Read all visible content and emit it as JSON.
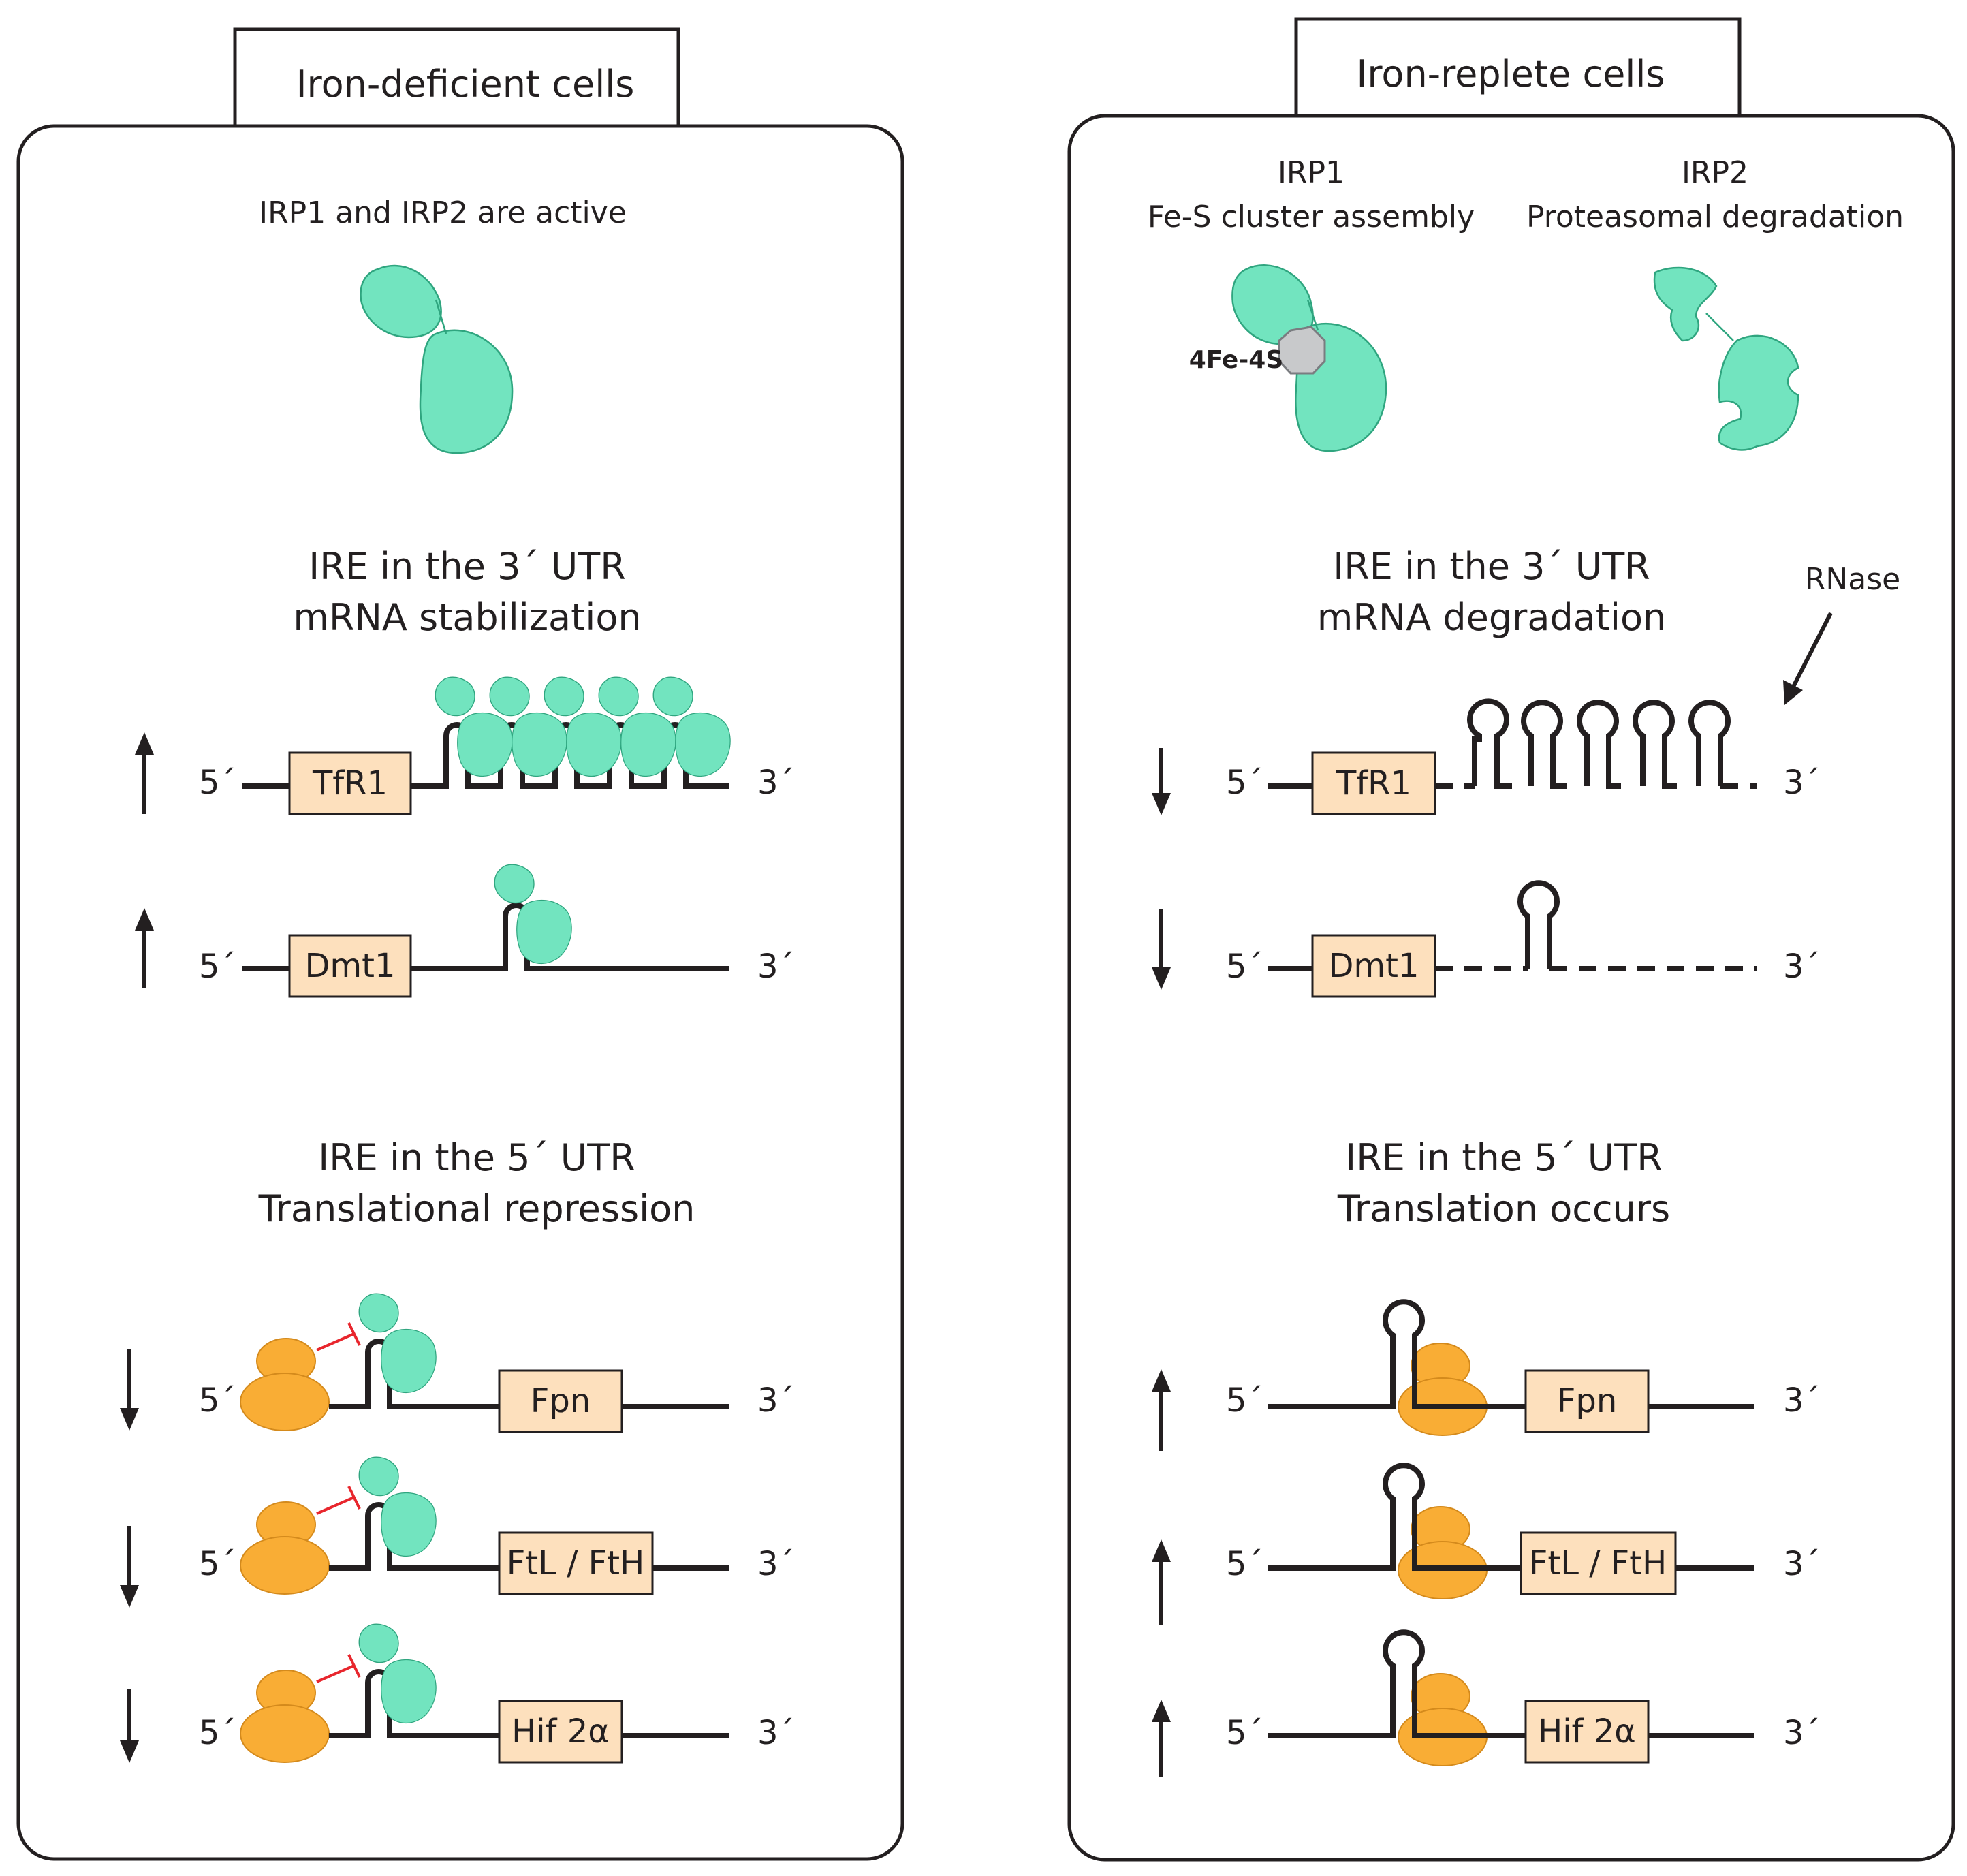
{
  "left_panel": {
    "title": "Iron-deficient cells",
    "status": "IRP1 and IRP2 are active",
    "utr3": {
      "heading": "IRE in the 3´ UTR",
      "subheading": "mRNA stabilization"
    },
    "utr5": {
      "heading": "IRE in the 5´ UTR",
      "subheading": "Translational repression"
    },
    "genes3": [
      "TfR1",
      "Dmt1"
    ],
    "genes5": [
      "Fpn",
      "FtL / FtH",
      "Hif 2α"
    ]
  },
  "right_panel": {
    "title": "Iron-replete cells",
    "irp1": {
      "name": "IRP1",
      "state": "Fe-S cluster assembly",
      "cluster": "4Fe-4S"
    },
    "irp2": {
      "name": "IRP2",
      "state": "Proteasomal degradation"
    },
    "rnase": "RNase",
    "utr3": {
      "heading": "IRE in the 3´ UTR",
      "subheading": "mRNA degradation"
    },
    "utr5": {
      "heading": "IRE in the 5´ UTR",
      "subheading": "Translation occurs"
    },
    "genes3": [
      "TfR1",
      "Dmt1"
    ],
    "genes5": [
      "Fpn",
      "FtL / FtH",
      "Hif 2α"
    ]
  },
  "ends": {
    "five": "5´",
    "three": "3´"
  },
  "colors": {
    "irp": "#72e4bf",
    "ribosome": "#f9ad35",
    "gene_box": "#fde0bd",
    "inhibition": "#e8262d",
    "line": "#231f20"
  }
}
